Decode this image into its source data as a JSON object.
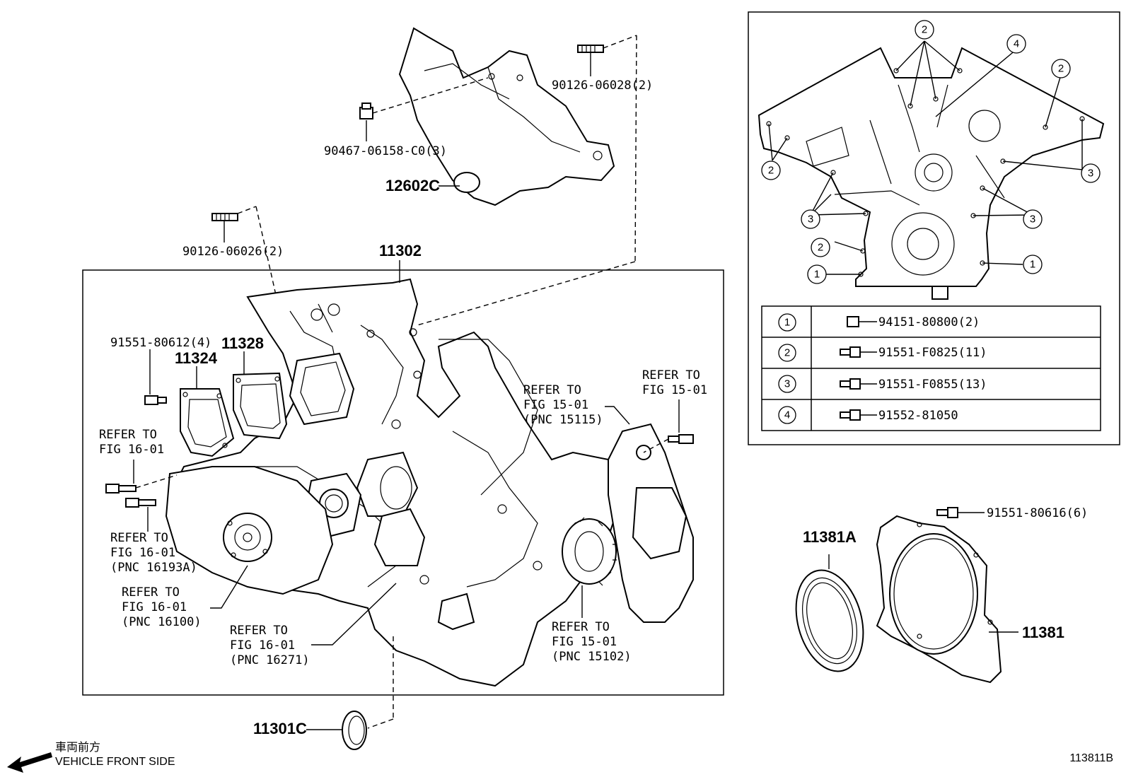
{
  "parts": {
    "p_90126_06028": "90126-06028(2)",
    "p_90467": "90467-06158-C0(3)",
    "p_12602C": "12602C",
    "p_90126_06026": "90126-06026(2)",
    "p_11302": "11302",
    "p_91551_80612": "91551-80612(4)",
    "p_11324": "11324",
    "p_11328": "11328",
    "p_11301C": "11301C",
    "p_11381A": "11381A",
    "p_91551_80616": "91551-80616(6)",
    "p_11381": "11381"
  },
  "refs": {
    "ref_16_01_a": [
      "REFER TO",
      "FIG 16-01"
    ],
    "ref_16_01_b": [
      "REFER TO",
      "FIG 16-01",
      "(PNC 16193A)"
    ],
    "ref_16_01_c": [
      "REFER TO",
      "FIG 16-01",
      "(PNC 16100)"
    ],
    "ref_16_01_d": [
      "REFER TO",
      "FIG 16-01",
      "(PNC 16271)"
    ],
    "ref_15_01_a": [
      "REFER TO",
      "FIG 15-01",
      "(PNC 15115)"
    ],
    "ref_15_01_b": [
      "REFER TO",
      "FIG 15-01"
    ],
    "ref_15_01_c": [
      "REFER TO",
      "FIG 15-01",
      "(PNC 15102)"
    ]
  },
  "callouts": {
    "c2_top": "2",
    "c4_top": "4",
    "c2_right": "2",
    "c2_left": "2",
    "c3_right": "3",
    "c3_left": "3",
    "c3_midright": "3",
    "c2_lower": "2",
    "c1_left": "1",
    "c1_right": "1"
  },
  "legend_table": [
    {
      "num": "1",
      "part": "94151-80800(2)"
    },
    {
      "num": "2",
      "part": "91551-F0825(11)"
    },
    {
      "num": "3",
      "part": "91551-F0855(13)"
    },
    {
      "num": "4",
      "part": "91552-81050"
    }
  ],
  "footer": {
    "direction_jp": "車両前方",
    "direction_en": "VEHICLE FRONT SIDE",
    "figure_id": "113811B"
  }
}
